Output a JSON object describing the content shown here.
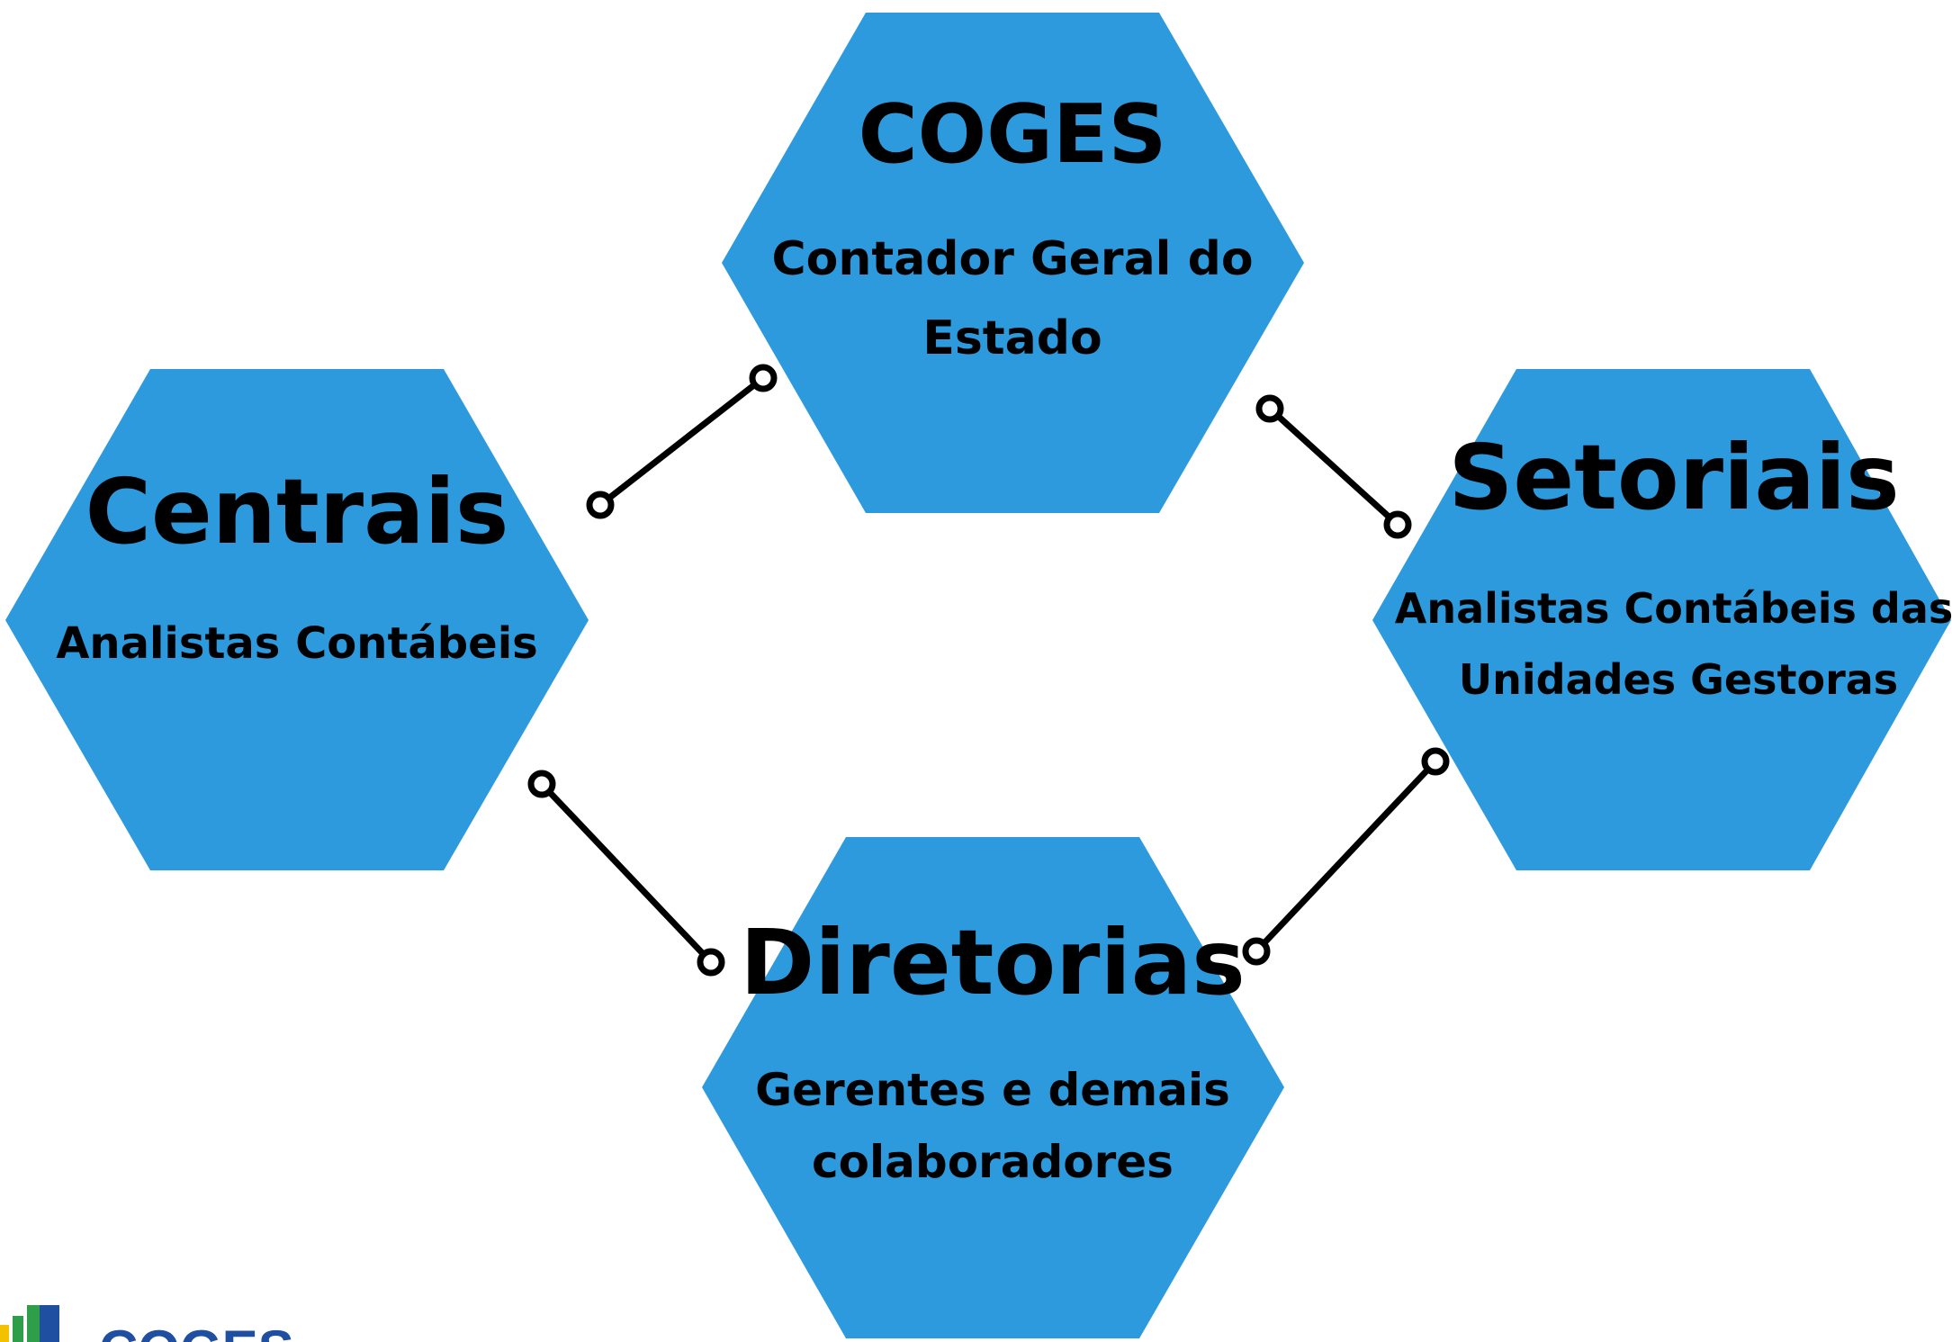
{
  "colors": {
    "hexagon": "#2d9ade",
    "text": "#000000",
    "connector": "#000000",
    "logo_blue": "#1f4fa0",
    "logo_green": "#2e9e4a",
    "logo_yellow": "#f2c200"
  },
  "nodes": {
    "coges": {
      "title": "COGES",
      "line1": "Contador Geral do",
      "line2": "Estado"
    },
    "centrais": {
      "title": "Centrais",
      "line1": "Analistas Contábeis"
    },
    "setoriais": {
      "title": "Setoriais",
      "line1": "Analistas Contábeis das",
      "line2": "Unidades Gestoras"
    },
    "diretorias": {
      "title": "Diretorias",
      "line1": "Gerentes e demais",
      "line2": "colaboradores"
    }
  },
  "logo": {
    "text": "COGES",
    "icon": "bar-chart-logo-icon"
  }
}
